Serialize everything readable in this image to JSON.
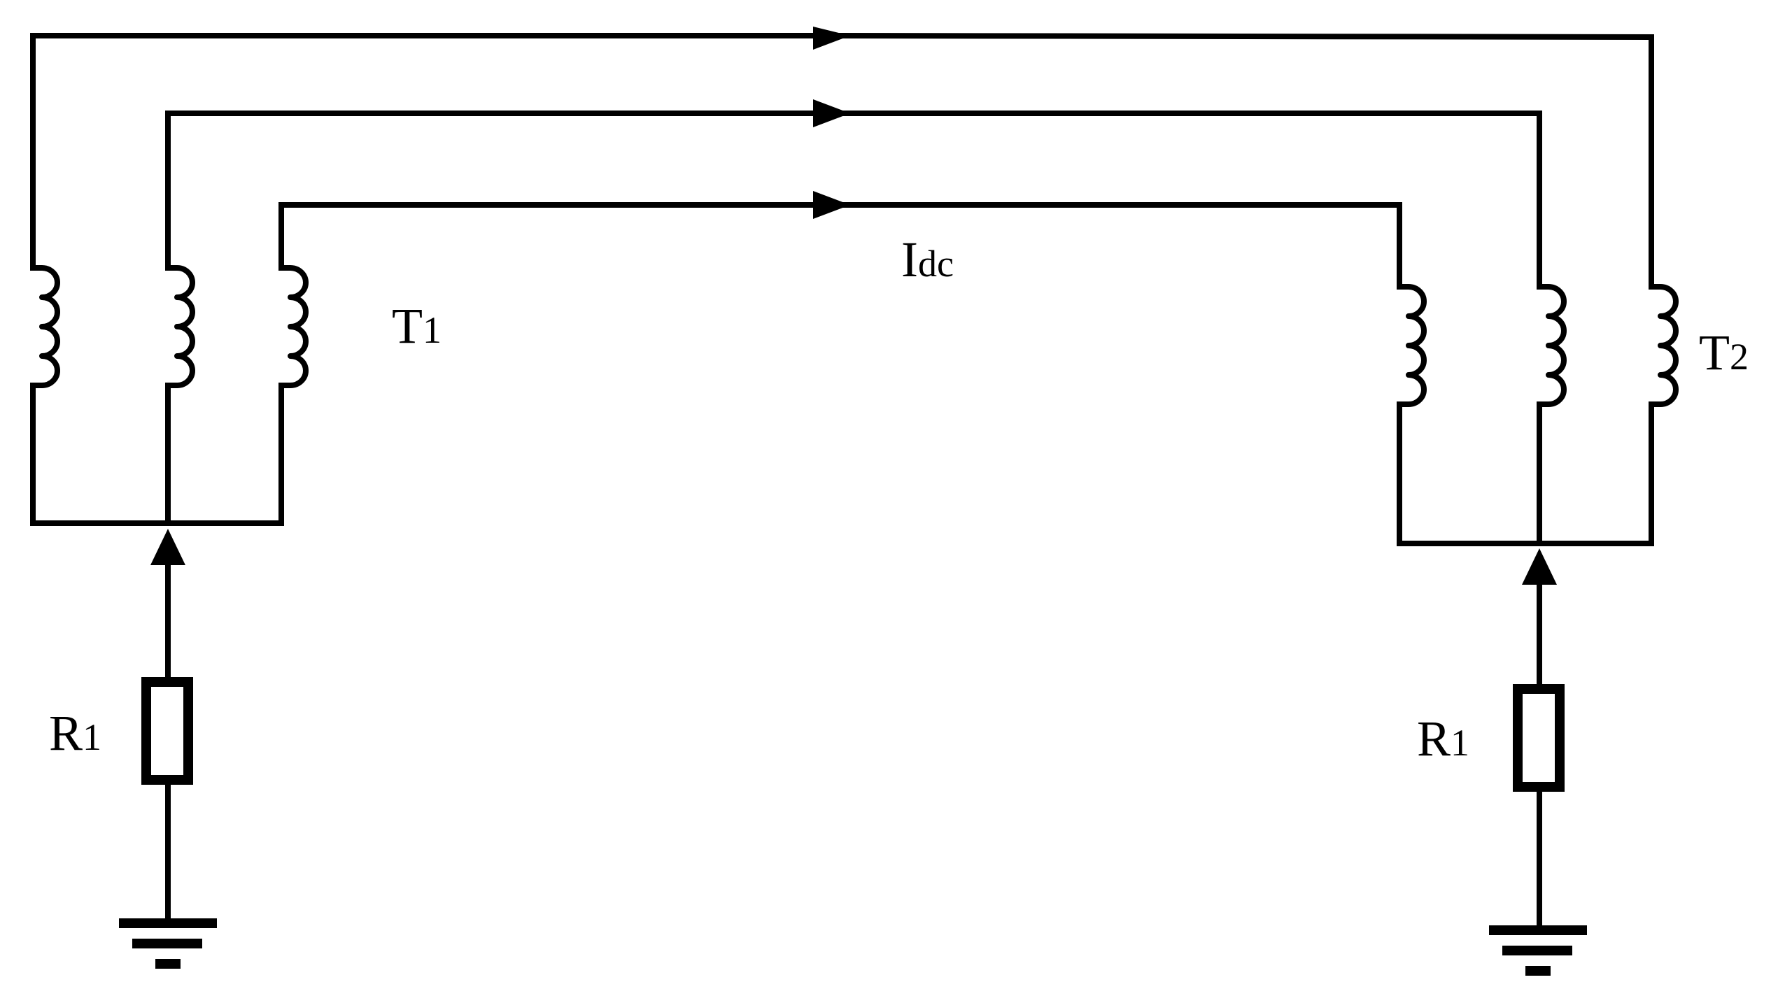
{
  "labels": {
    "current": {
      "main": "I",
      "sub": "dc"
    },
    "t1": {
      "main": "T",
      "sub": "1"
    },
    "t2": {
      "main": "T",
      "sub": "2"
    },
    "r_left": {
      "main": "R",
      "sub": "1"
    },
    "r_right": {
      "main": "R",
      "sub": "1"
    }
  }
}
